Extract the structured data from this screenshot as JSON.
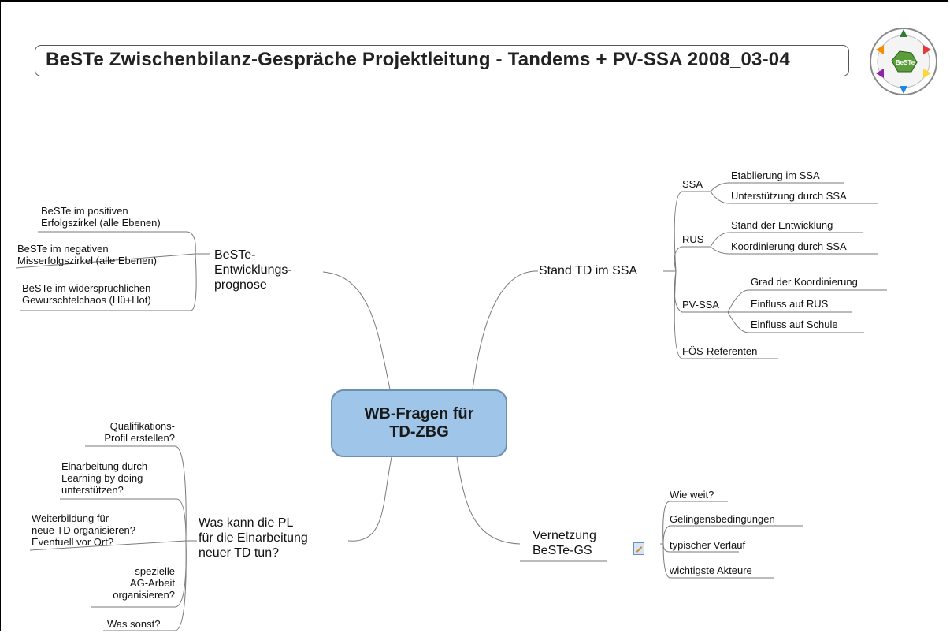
{
  "title": "BeSTe Zwischenbilanz-Gespräche Projektleitung - Tandems + PV-SSA  2008_03-04",
  "center": "WB-Fragen für\nTD-ZBG",
  "colors": {
    "center_fill": "#9fc5e8",
    "center_border": "#6f8faf",
    "lines": "#7a7a7a"
  },
  "icons": {
    "note": "note-pencil-icon",
    "logo": "beste-logo-icon"
  },
  "logo_text": "BeSTe",
  "left_top": {
    "topic": "BeSTe-\nEntwicklungs-\nprognose",
    "items": [
      "BeSTe im positiven\nErfolgszirkel (alle Ebenen)",
      "BeSTe im negativen\nMisserfolgszirkel (alle Ebenen)",
      "BeSTe im widersprüchlichen\nGewurschtelchaos (Hü+Hot)"
    ]
  },
  "left_bottom": {
    "topic": "Was kann die PL\nfür die Einarbeitung\nneuer TD tun?",
    "items": [
      "Qualifikations-\nProfil erstellen?",
      "Einarbeitung durch\nLearning by doing\nunterstützen?",
      "Weiterbildung für\nneue TD organisieren? -\nEventuell vor Ort?",
      "spezielle\nAG-Arbeit\norganisieren?",
      "Was sonst?"
    ]
  },
  "right_top": {
    "topic": "Stand TD im SSA",
    "groups": [
      {
        "label": "SSA",
        "items": [
          "Etablierung im SSA",
          "Unterstützung durch SSA"
        ]
      },
      {
        "label": "RUS",
        "items": [
          "Stand der Entwicklung",
          "Koordinierung durch SSA"
        ]
      },
      {
        "label": "PV-SSA",
        "items": [
          "Grad der Koordinierung",
          "Einfluss auf RUS",
          "Einfluss auf Schule"
        ]
      },
      {
        "label": "FÖS-Referenten",
        "items": []
      }
    ]
  },
  "right_bottom": {
    "topic": "Vernetzung\nBeSTe-GS",
    "items": [
      "Wie weit?",
      "Gelingensbedingungen",
      "typischer Verlauf",
      "wichtigste Akteure"
    ]
  }
}
